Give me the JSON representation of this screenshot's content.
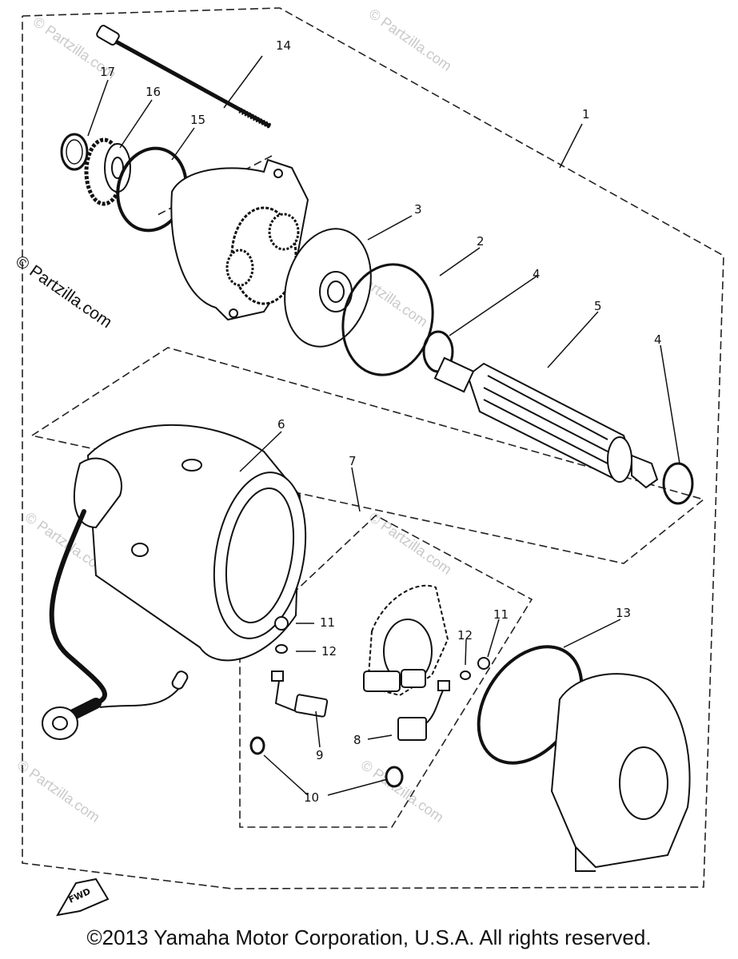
{
  "diagram": {
    "watermark": "© Partzilla.com",
    "fwd_label": "FWD",
    "callouts": {
      "c1": "1",
      "c2": "2",
      "c3": "3",
      "c4a": "4",
      "c4b": "4",
      "c5": "5",
      "c6": "6",
      "c7": "7",
      "c8": "8",
      "c9": "9",
      "c10": "10",
      "c11a": "11",
      "c11b": "11",
      "c12a": "12",
      "c12b": "12",
      "c13": "13",
      "c14": "14",
      "c15": "15",
      "c16": "16",
      "c17": "17"
    }
  },
  "footer": {
    "copyright": "©2013 Yamaha Motor Corporation, U.S.A. All rights reserved."
  }
}
